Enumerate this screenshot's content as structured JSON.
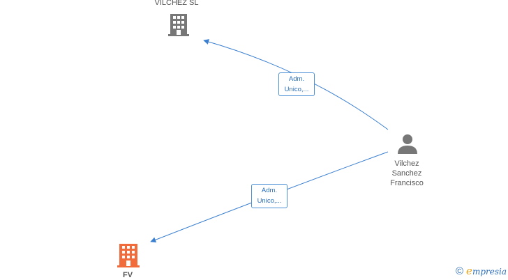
{
  "nodes": {
    "company_top": {
      "name": "VILCHEZ SL",
      "color": "#777777"
    },
    "company_bottom": {
      "name": "FV",
      "color": "#f26b3a"
    },
    "person": {
      "name_lines": [
        "Vilchez",
        "Sanchez",
        "Francisco"
      ],
      "color": "#777777"
    }
  },
  "edges": [
    {
      "label_lines": [
        "Adm.",
        "Unico,..."
      ],
      "from": "person",
      "to": "company_top",
      "color": "#3a7fd0"
    },
    {
      "label_lines": [
        "Adm.",
        "Unico,..."
      ],
      "from": "person",
      "to": "company_bottom",
      "color": "#3a7fd0"
    }
  ],
  "footer": {
    "copyright_symbol": "©",
    "brand_initial": "e",
    "brand_rest": "mpresia"
  }
}
